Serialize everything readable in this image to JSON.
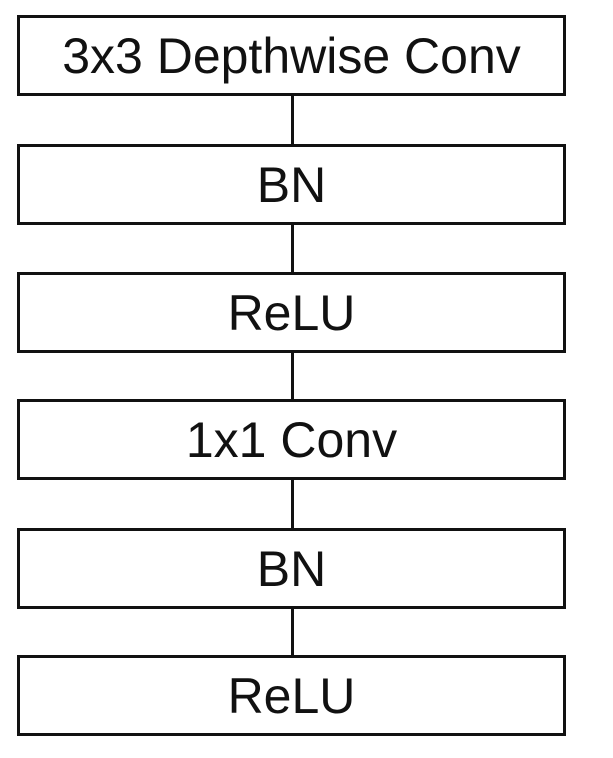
{
  "diagram": {
    "blocks": [
      {
        "label": "3x3 Depthwise Conv"
      },
      {
        "label": "BN"
      },
      {
        "label": "ReLU"
      },
      {
        "label": "1x1 Conv"
      },
      {
        "label": "BN"
      },
      {
        "label": "ReLU"
      }
    ],
    "colors": {
      "stroke": "#111111",
      "text": "#111111",
      "background": "#ffffff"
    }
  }
}
